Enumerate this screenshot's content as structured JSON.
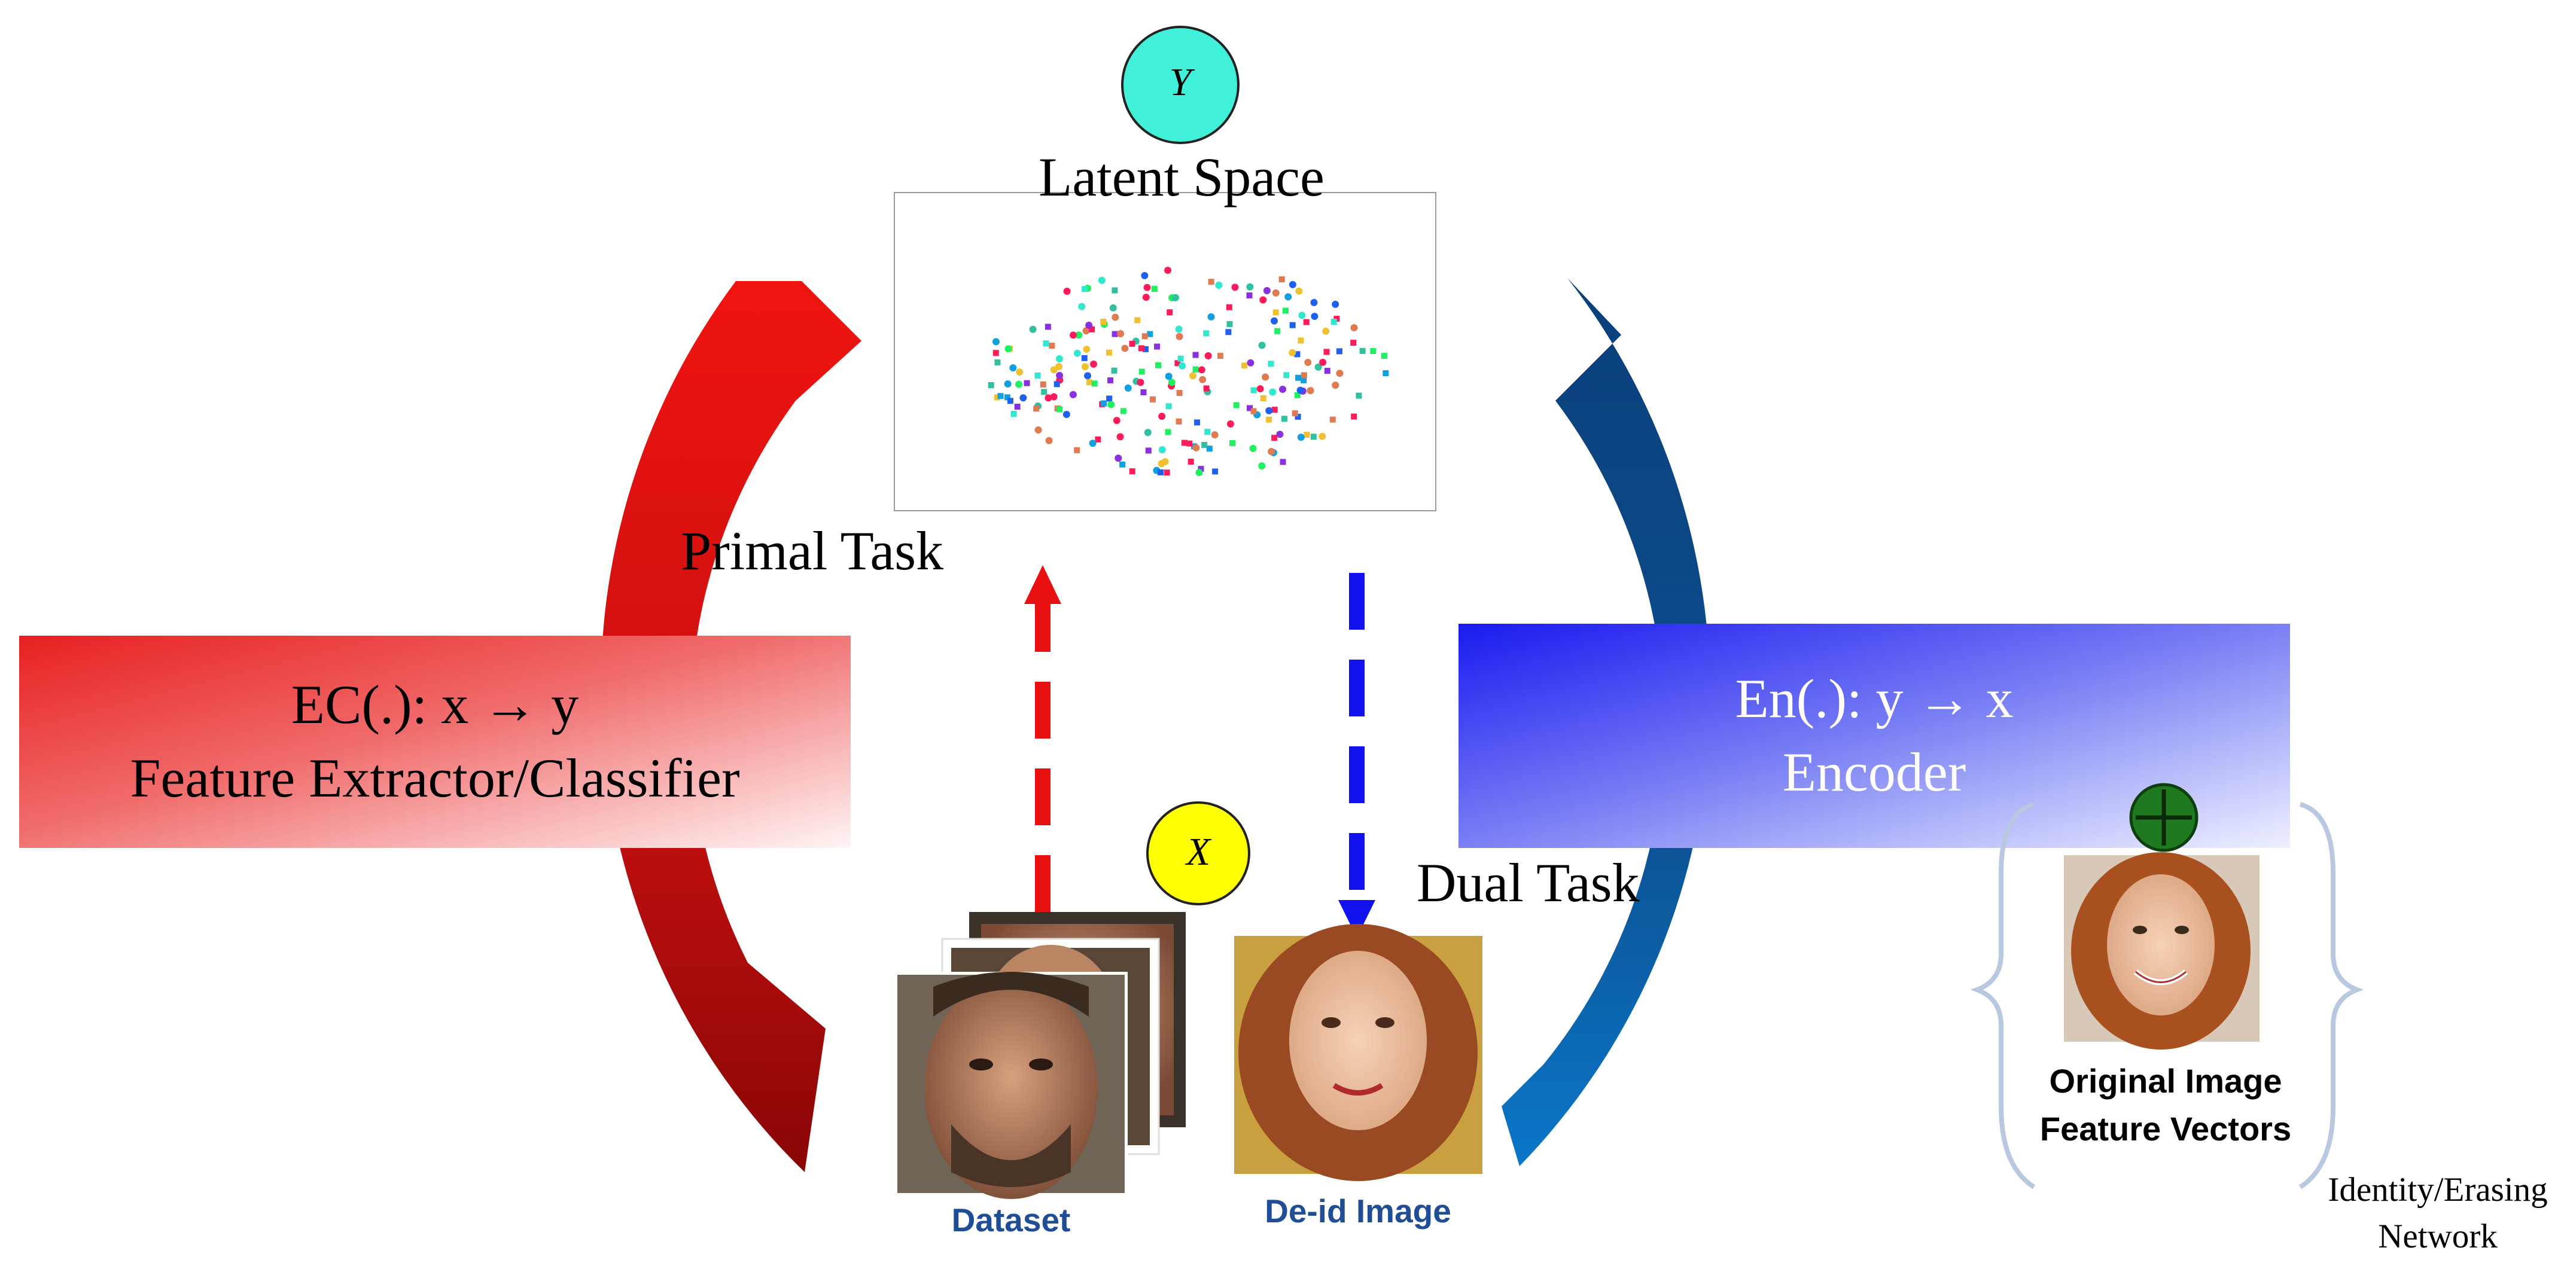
{
  "nodes": {
    "y_label": "Y",
    "x_label": "X"
  },
  "latent_space": {
    "title": "Latent Space"
  },
  "tasks": {
    "primal": "Primal Task",
    "dual": "Dual Task"
  },
  "left_box": {
    "line1": "EC(.): x → y",
    "line2": "Feature Extractor/Classifier"
  },
  "right_box": {
    "line1": "En(.): y → x",
    "line2": "Encoder"
  },
  "captions": {
    "dataset": "Dataset",
    "deid": "De-id Image",
    "original_line1": "Original Image",
    "original_line2": "Feature Vectors",
    "network_line1": "Identity/Erasing",
    "network_line2": "Network"
  },
  "icons": {
    "combine": "plus-circle-icon"
  },
  "colors": {
    "red_arrow": "#d01010",
    "blue_arrow": "#0d4f8f",
    "caption_blue": "#1f4e96",
    "y_node": "#40f0d8",
    "x_node": "#ffff00",
    "plus_node": "#1f7a1f"
  }
}
